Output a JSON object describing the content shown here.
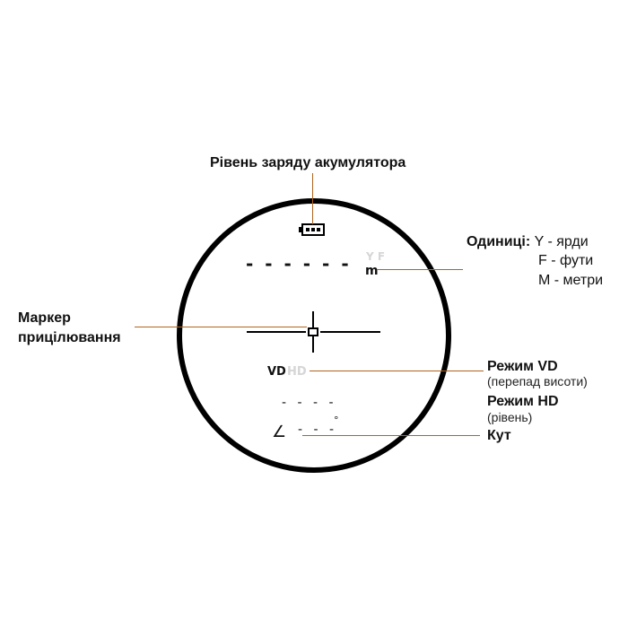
{
  "labels": {
    "battery": "Рівень заряду акумулятора",
    "units_title": "Одиниці:",
    "unit_y": "Y - ярди",
    "unit_f": "F - фути",
    "unit_m": "M - метри",
    "marker_line1": "Маркер",
    "marker_line2": "прицілювання",
    "vd_title": "Режим VD",
    "vd_sub": "(перепад висоти)",
    "hd_title": "Режим HD",
    "hd_sub": "(рівень)",
    "angle": "Кут"
  },
  "display": {
    "units_dim": "Y F",
    "unit_active": "m",
    "mode_active": "VD",
    "mode_dim": "HD",
    "distance_dashes": "- - - - - -",
    "hd_dashes": "- - - -",
    "angle_dashes": "- - -",
    "angle_symbol": "∠",
    "degree_symbol": "°"
  },
  "colors": {
    "leader_lines": "#b0641c",
    "circle": "#000000",
    "dim_text": "#d6d6d6"
  }
}
